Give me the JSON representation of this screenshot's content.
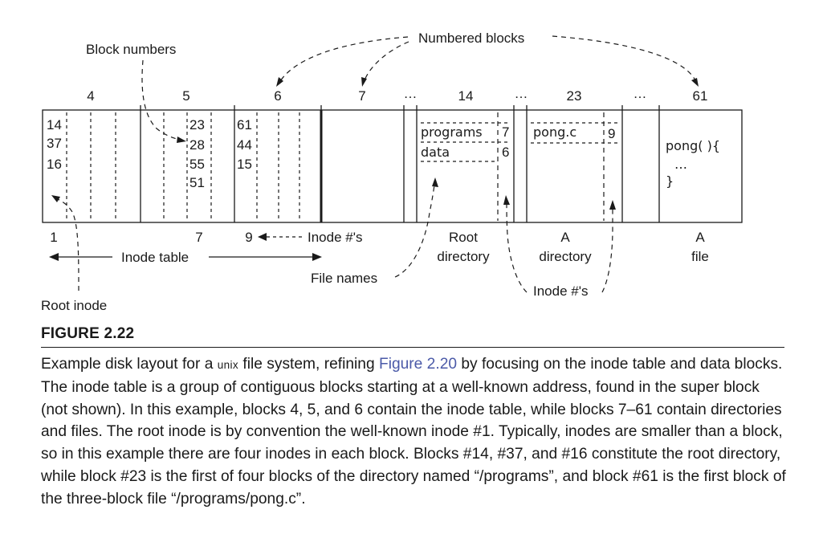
{
  "diagram": {
    "labels": {
      "block_numbers": "Block numbers",
      "numbered_blocks": "Numbered blocks",
      "root_inode": "Root inode",
      "inode_table": "Inode table",
      "inode_nums_top": "Inode #'s",
      "file_names": "File names",
      "inode_nums_bottom": "Inode #'s",
      "root_directory_1": "Root",
      "root_directory_2": "directory",
      "a_directory_1": "A",
      "a_directory_2": "directory",
      "a_file_1": "A",
      "a_file_2": "file"
    },
    "block_numbers": [
      "4",
      "5",
      "6",
      "7",
      "…",
      "14",
      "…",
      "23",
      "…",
      "61"
    ],
    "inode_numbers": [
      "1",
      "7",
      "9"
    ],
    "inode_block_4": [
      "14",
      "37",
      "16"
    ],
    "inode_block_5": [
      "23",
      "28",
      "55",
      "51"
    ],
    "inode_block_6": [
      "61",
      "44",
      "15"
    ],
    "root_dir_entries": [
      {
        "name": "programs",
        "inode": "7"
      },
      {
        "name": "data",
        "inode": "6"
      }
    ],
    "a_dir_entries": [
      {
        "name": "pong.c",
        "inode": "9"
      }
    ],
    "file_contents": [
      "pong( ){",
      "…",
      "}"
    ]
  },
  "figure": {
    "title": "FIGURE 2.22",
    "caption_before_unix": "Example disk layout for a ",
    "caption_unix": "unix",
    "caption_mid": " file system, refining ",
    "caption_ref": "Figure 2.20",
    "caption_after": " by focusing on the inode table and data blocks. The inode table is a group of contiguous blocks starting at a well-known address, found in the super block (not shown). In this example, blocks 4, 5, and 6 contain the inode table, while blocks 7–61 contain directories and files. The root inode is by convention the well-known inode #1. Typically, inodes are smaller than a block, so in this example there are four inodes in each block. Blocks #14, #37, and #16 constitute the root directory, while block #23 is the first of four blocks of the directory named “/programs”, and block #61 is the first block of the three-block file “/programs/pong.c”."
  }
}
